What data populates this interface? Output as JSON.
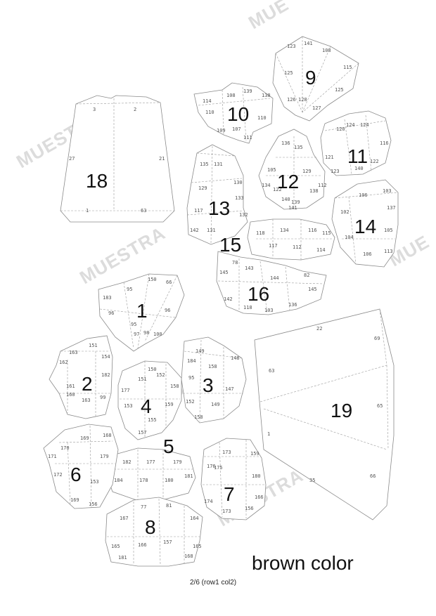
{
  "watermark": "MUESTRA",
  "watermark_partial_top": "MUE",
  "watermark_partial_right": "MUE",
  "color_note": "brown color",
  "page_info": "2/6 (row1 col2)",
  "pieces": [
    {
      "id": "p18",
      "label": "18",
      "edges": [
        "3",
        "2",
        "27",
        "21",
        "1",
        "63"
      ]
    },
    {
      "id": "p10",
      "label": "10",
      "edges": [
        "114",
        "108",
        "139",
        "138",
        "110",
        "110",
        "107",
        "109",
        "111"
      ]
    },
    {
      "id": "p9",
      "label": "9",
      "edges": [
        "123",
        "141",
        "108",
        "115",
        "125",
        "125",
        "126",
        "128",
        "127"
      ]
    },
    {
      "id": "p11",
      "label": "11",
      "edges": [
        "124",
        "120",
        "124",
        "116",
        "121",
        "123",
        "140",
        "122"
      ]
    },
    {
      "id": "p12",
      "label": "12",
      "edges": [
        "136",
        "135",
        "105",
        "129",
        "134",
        "122",
        "138",
        "140",
        "139",
        "141",
        "112"
      ]
    },
    {
      "id": "p13",
      "label": "13",
      "edges": [
        "135",
        "131",
        "129",
        "130",
        "133",
        "132",
        "117",
        "142",
        "131"
      ]
    },
    {
      "id": "p14",
      "label": "14",
      "edges": [
        "106",
        "103",
        "137",
        "105",
        "104",
        "102",
        "106",
        "113"
      ]
    },
    {
      "id": "p15",
      "label": "15",
      "edges": [
        "134",
        "116",
        "118",
        "117",
        "112",
        "114",
        "115"
      ]
    },
    {
      "id": "p16",
      "label": "16",
      "edges": [
        "78",
        "143",
        "82",
        "144",
        "145",
        "145",
        "142",
        "118",
        "103",
        "136"
      ]
    },
    {
      "id": "p1",
      "label": "1",
      "edges": [
        "183",
        "95",
        "150",
        "66",
        "96",
        "96",
        "95",
        "97",
        "98",
        "100"
      ]
    },
    {
      "id": "p2",
      "label": "2",
      "edges": [
        "151",
        "163",
        "154",
        "162",
        "182",
        "161",
        "160",
        "163",
        "99"
      ]
    },
    {
      "id": "p3",
      "label": "3",
      "edges": [
        "149",
        "184",
        "148",
        "95",
        "158",
        "152",
        "147",
        "149",
        "158"
      ]
    },
    {
      "id": "p4",
      "label": "4",
      "edges": [
        "150",
        "151",
        "152",
        "153",
        "158",
        "159",
        "155",
        "157",
        "177"
      ]
    },
    {
      "id": "p19",
      "label": "19",
      "edges": [
        "22",
        "69",
        "63",
        "65",
        "1",
        "35",
        "66"
      ]
    },
    {
      "id": "p5",
      "label": "5",
      "edges": [
        "182",
        "177",
        "179",
        "184",
        "178",
        "180",
        "181"
      ]
    },
    {
      "id": "p6",
      "label": "6",
      "edges": [
        "170",
        "169",
        "168",
        "179",
        "172",
        "171",
        "153",
        "169",
        "156"
      ]
    },
    {
      "id": "p7",
      "label": "7",
      "edges": [
        "173",
        "159",
        "176",
        "175",
        "180",
        "174",
        "173",
        "156",
        "166"
      ]
    },
    {
      "id": "p8",
      "label": "8",
      "edges": [
        "77",
        "81",
        "167",
        "164",
        "165",
        "181",
        "166",
        "157",
        "168",
        "165"
      ]
    }
  ]
}
